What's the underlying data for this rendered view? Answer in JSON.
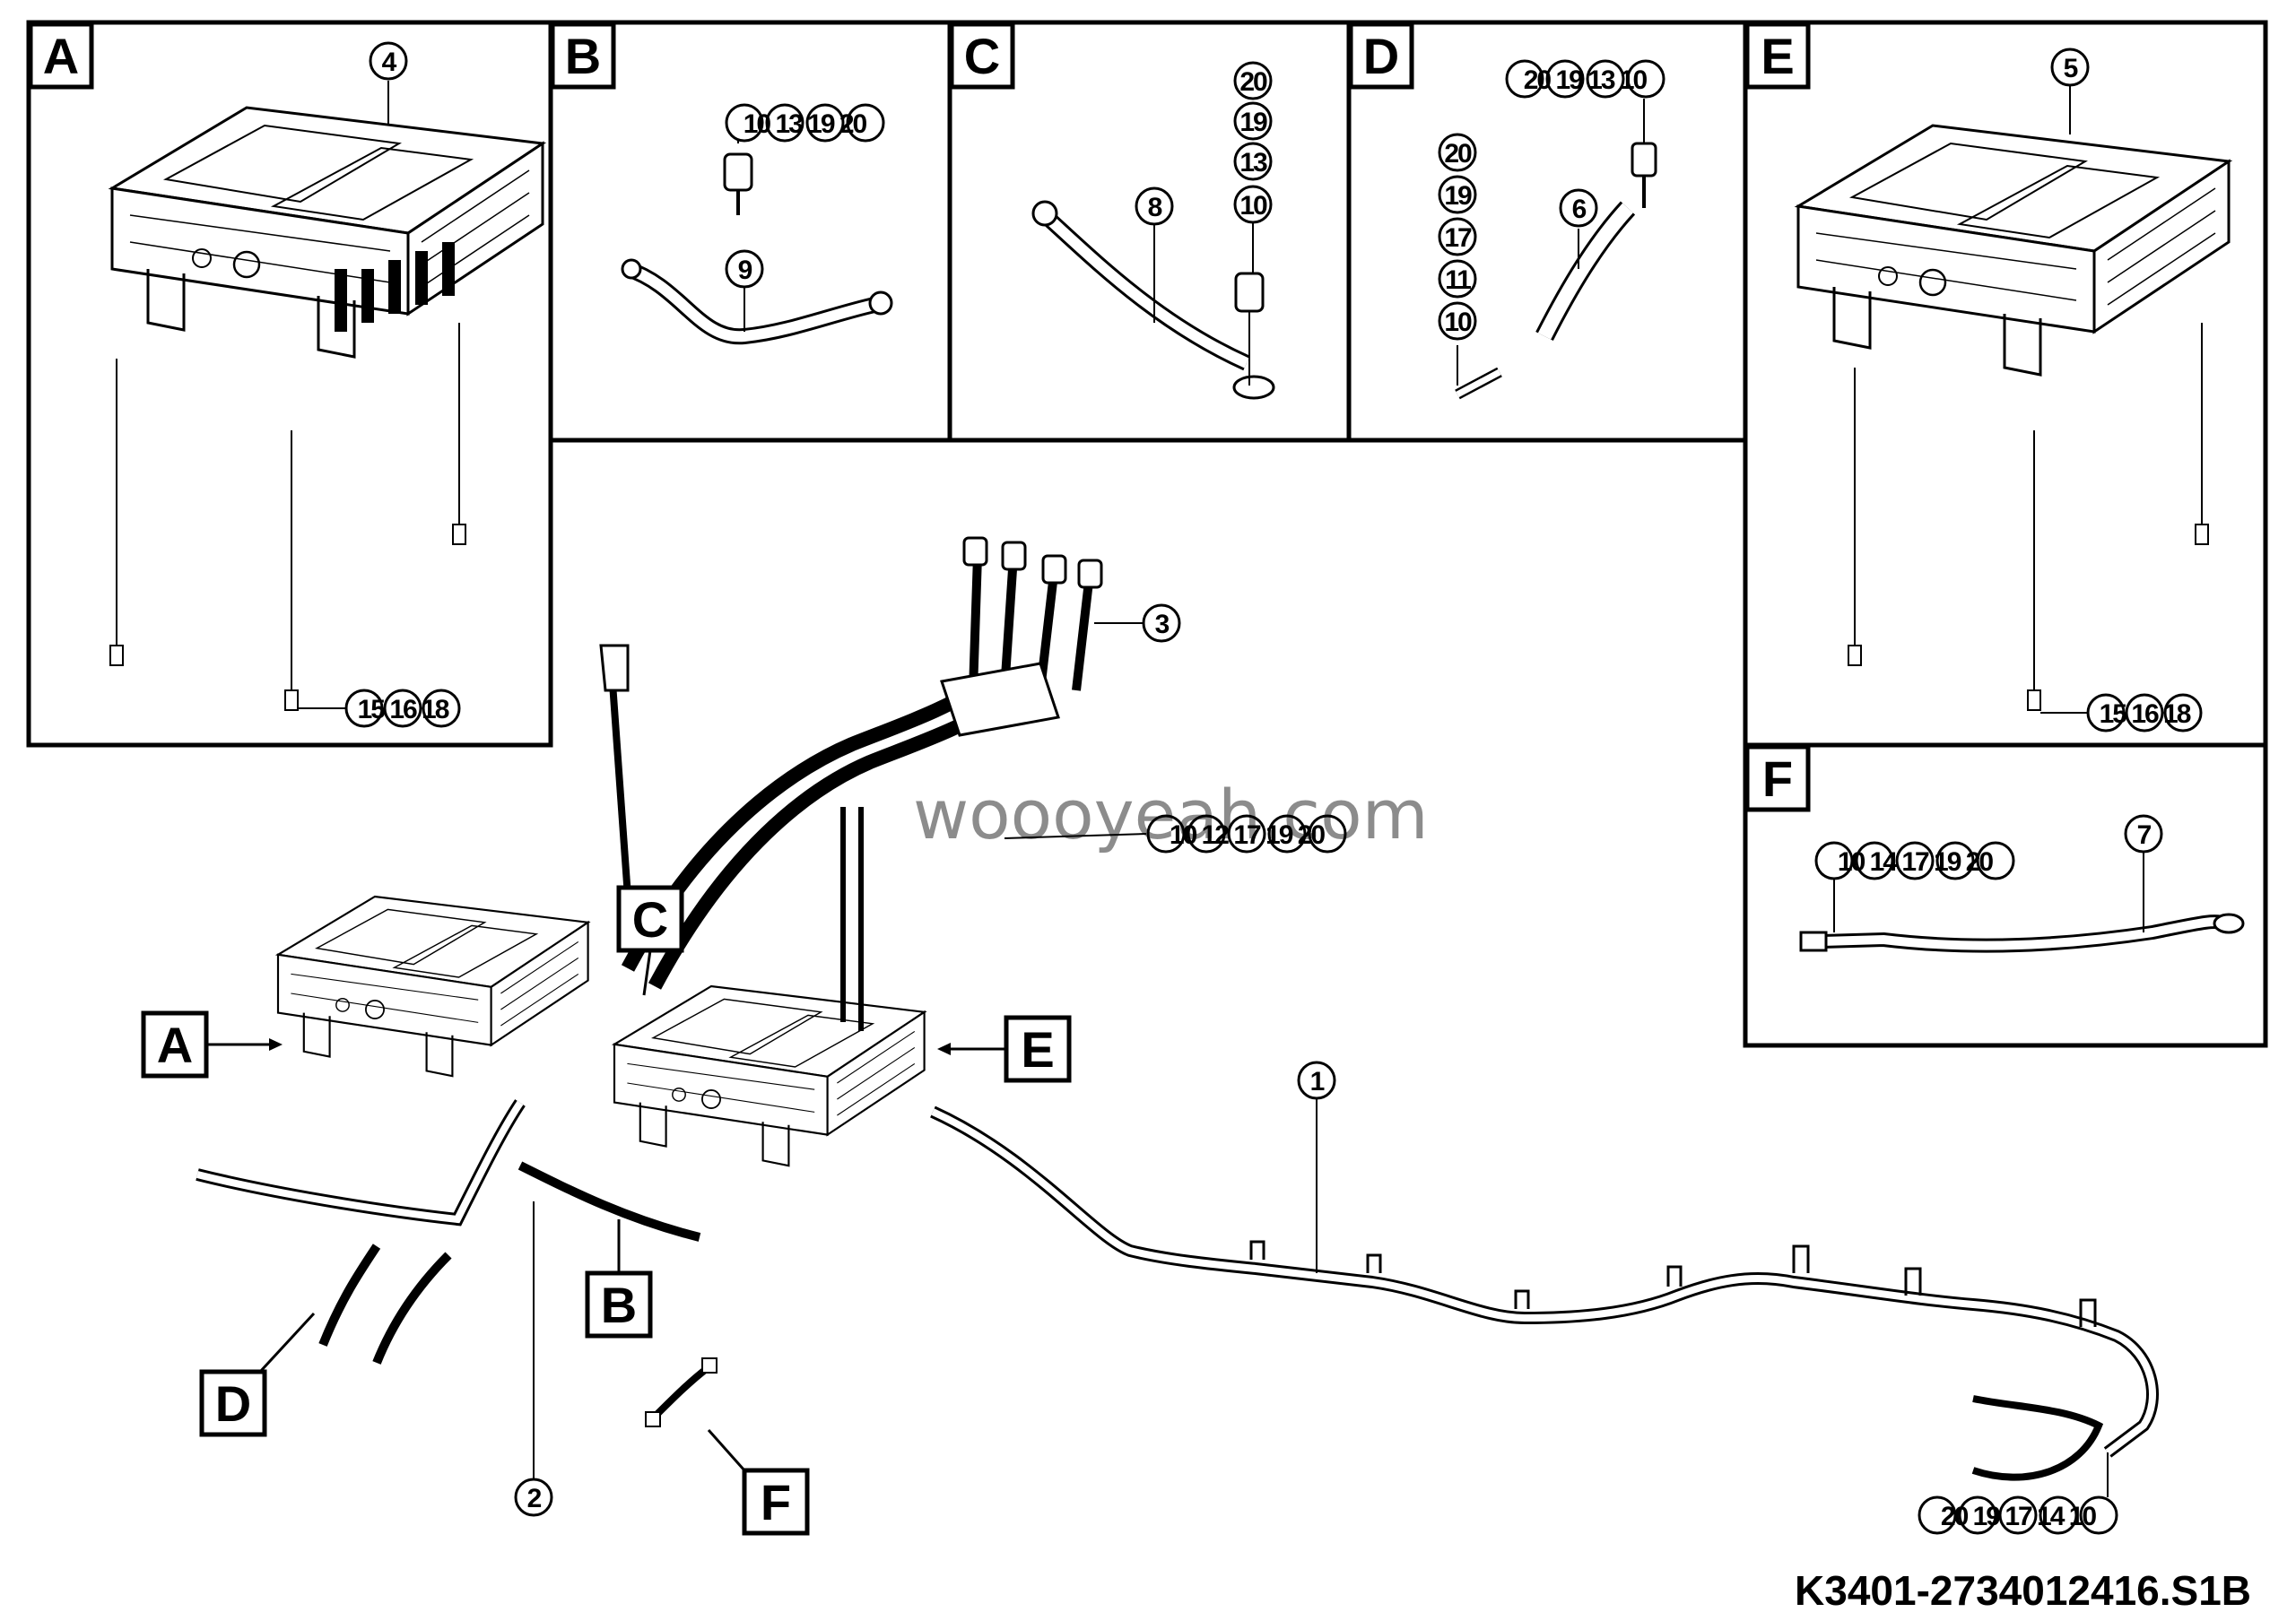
{
  "drawing_code": "K3401-2734012416.S1B",
  "watermark": "woooyeah.com",
  "overlay_callout": "10 12 17 19 20",
  "panel_labels": {
    "A": "A",
    "B": "B",
    "C": "C",
    "D": "D",
    "E": "E",
    "F": "F"
  },
  "pointer_labels": {
    "A": "A",
    "B": "B",
    "C": "C",
    "D": "D",
    "E": "E",
    "F": "F"
  },
  "panels": {
    "A": {
      "part": "4",
      "hardware": "15 16 18"
    },
    "B": {
      "part": "9",
      "hardware": "10 13 19 20"
    },
    "C": {
      "part": "8",
      "hardware": [
        "20",
        "19",
        "13",
        "10"
      ]
    },
    "D": {
      "part": "6",
      "hardware_top": "20 19 13 10",
      "hardware_stack": [
        "20",
        "19",
        "17",
        "11",
        "10"
      ]
    },
    "E": {
      "part": "5",
      "hardware": "15 16 18"
    },
    "F": {
      "part": "7",
      "hardware": "10 14 17 19 20"
    }
  },
  "main": {
    "part_1": "1",
    "part_2": "2",
    "part_3": "3",
    "hardware": "20 19 17 14 10"
  }
}
